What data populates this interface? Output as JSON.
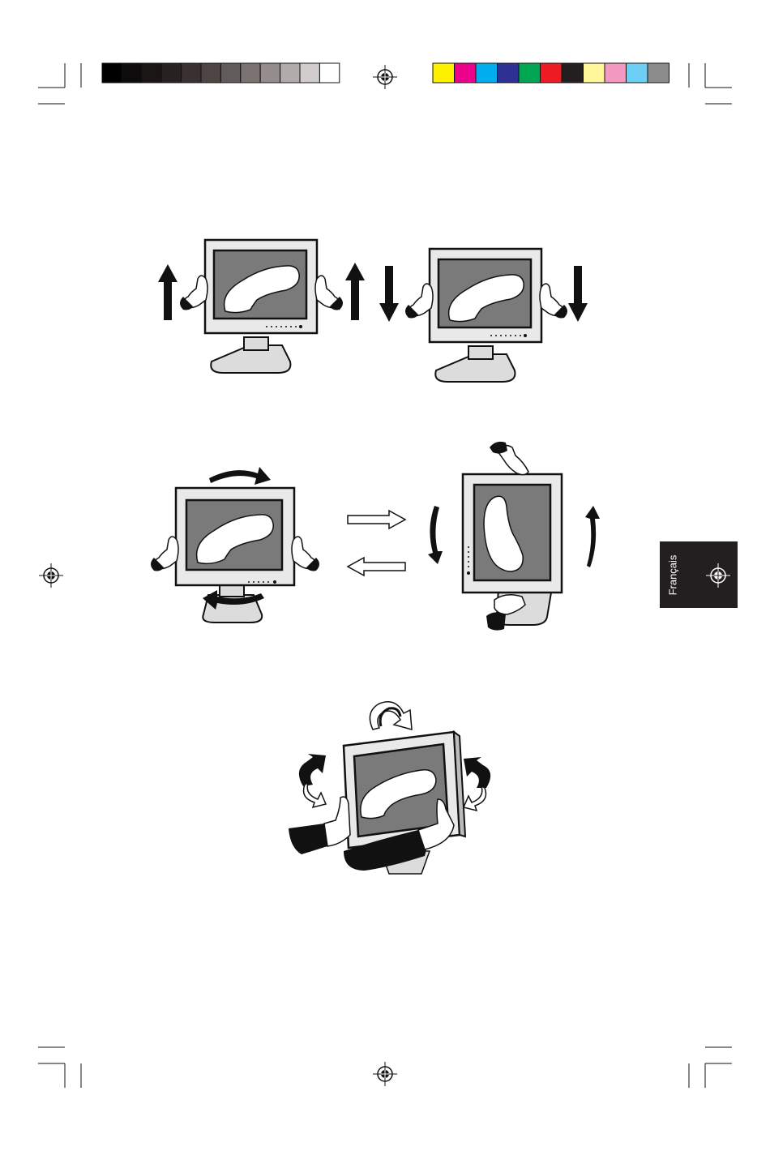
{
  "page": {
    "language_tab": {
      "label": "Français"
    }
  },
  "print_marks": {
    "gray_swatches": [
      "#000000",
      "#0d0b0b",
      "#1a1616",
      "#282121",
      "#393131",
      "#4d4444",
      "#635a5a",
      "#7b7272",
      "#958d8d",
      "#b2abab",
      "#d2cdcd",
      "#ffffff"
    ],
    "color_swatches": [
      "#fff200",
      "#ec008c",
      "#00aeef",
      "#2e3192",
      "#00a651",
      "#ed1c24",
      "#231f20",
      "#fff799",
      "#f49ac1",
      "#6dcff6",
      "#8c8c8c"
    ]
  },
  "figures": [
    {
      "name": "height-adjustment",
      "description_icons": [
        "up-arrow-icon",
        "down-arrow-icon"
      ]
    },
    {
      "name": "swivel-and-pivot",
      "description_icons": [
        "right-arrow-icon",
        "left-arrow-icon",
        "rotate-arrow-icon"
      ]
    },
    {
      "name": "tilt-and-rotate",
      "description_icons": [
        "curved-arrow-icon"
      ]
    }
  ]
}
